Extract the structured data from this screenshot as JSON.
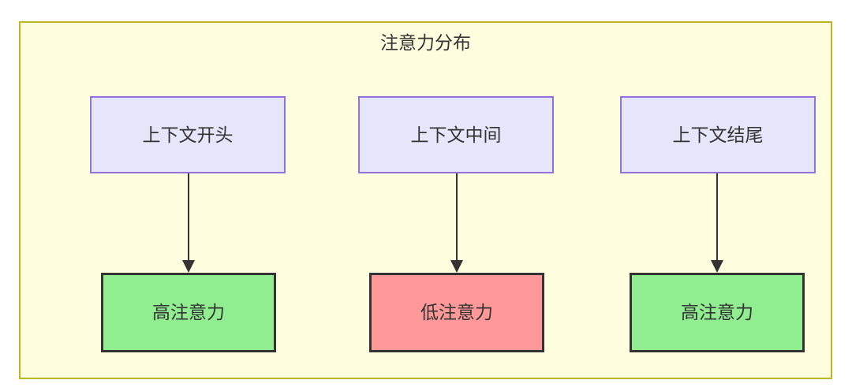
{
  "diagram": {
    "title": "注意力分布",
    "background_color": "#ffffe0",
    "border_color": "#bfb520",
    "text_color": "#333333",
    "context_nodes": [
      {
        "label": "上下文开头",
        "fill": "#e6e6fa",
        "stroke": "#9370db"
      },
      {
        "label": "上下文中间",
        "fill": "#e6e6fa",
        "stroke": "#9370db"
      },
      {
        "label": "上下文结尾",
        "fill": "#e6e6fa",
        "stroke": "#9370db"
      }
    ],
    "attention_nodes": [
      {
        "label": "高注意力",
        "fill": "#90ee90",
        "stroke": "#333333",
        "level": "high"
      },
      {
        "label": "低注意力",
        "fill": "#ff9999",
        "stroke": "#333333",
        "level": "low"
      },
      {
        "label": "高注意力",
        "fill": "#90ee90",
        "stroke": "#333333",
        "level": "high"
      }
    ],
    "edges": [
      {
        "from": "上下文开头",
        "to": "高注意力",
        "label": ""
      },
      {
        "from": "上下文中间",
        "to": "低注意力",
        "label": ""
      },
      {
        "from": "上下文结尾",
        "to": "高注意力",
        "label": ""
      }
    ]
  }
}
